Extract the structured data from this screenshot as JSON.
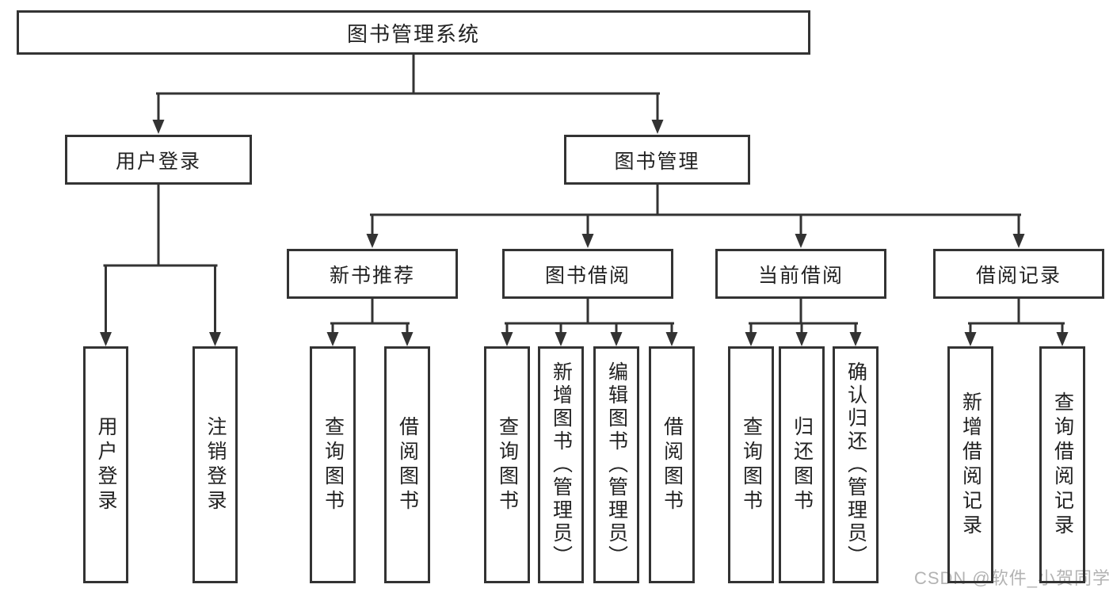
{
  "title": "图书管理系统",
  "tree": {
    "root": "图书管理系统",
    "level2": [
      "用户登录",
      "图书管理"
    ],
    "level3": [
      "新书推荐",
      "图书借阅",
      "当前借阅",
      "借阅记录"
    ],
    "leaves": {
      "user_login": [
        "用户登录",
        "注销登录"
      ],
      "new_book_recommend": [
        "查询图书",
        "借阅图书"
      ],
      "book_borrow": [
        "查询图书",
        "新增图书（管理员）",
        "编辑图书（管理员）",
        "借阅图书"
      ],
      "current_borrow": [
        "查询图书",
        "归还图书",
        "确认归还（管理员）"
      ],
      "borrow_records": [
        "新增借阅记录",
        "查询借阅记录"
      ]
    }
  },
  "watermark": "CSDN @软件_小贺同学",
  "colors": {
    "line": "#333333",
    "text": "#222222",
    "background": "#ffffff",
    "watermark": "#b3b3b3"
  }
}
